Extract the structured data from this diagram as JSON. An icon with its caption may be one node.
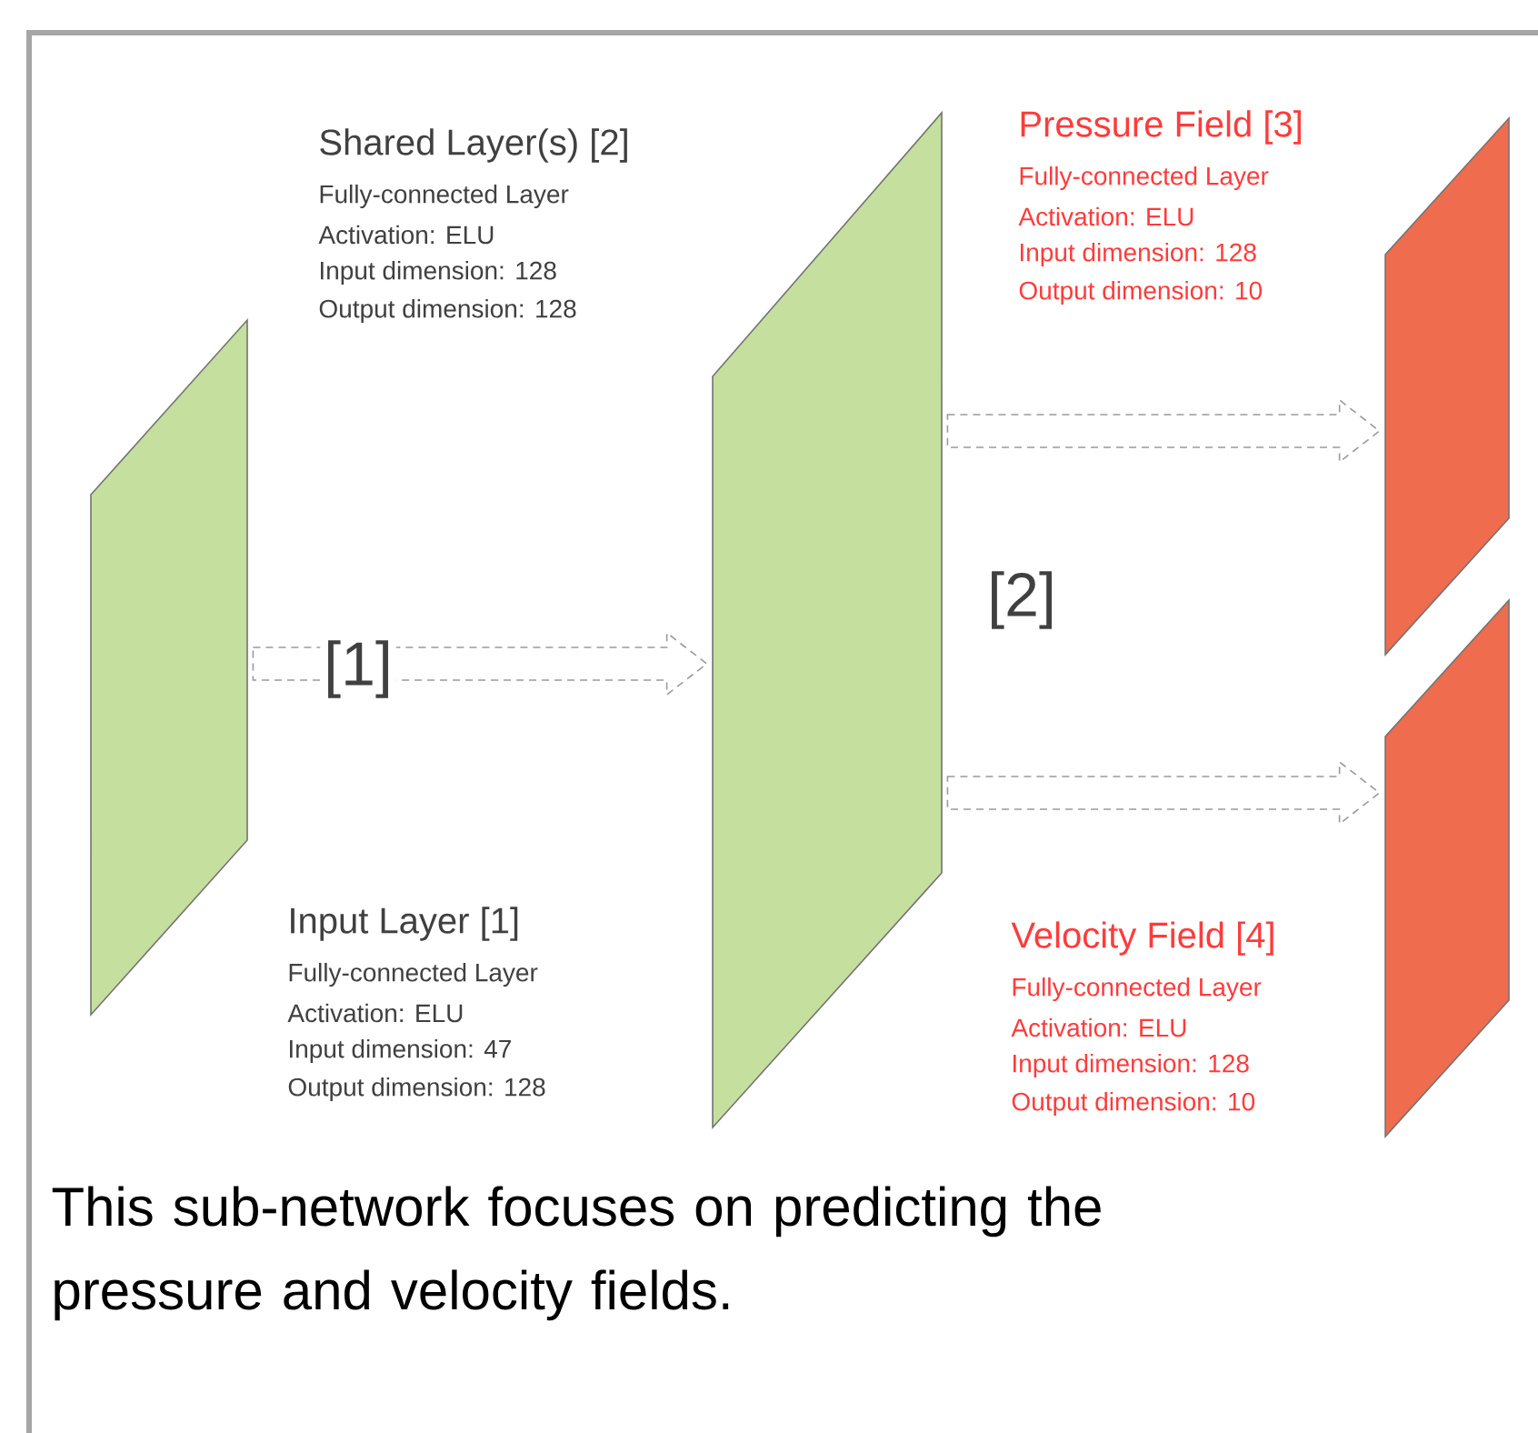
{
  "diagram": {
    "caption": "This sub-network focuses on predicting the pressure and velocity fields.",
    "nodes": [
      {
        "text": [],
        "shape": "parallelogram",
        "beside": [
          "Input Layer [1]",
          "Fully-connected Layer",
          "Activation: ELU",
          "Input dimension: 47",
          "Output dimension: 128"
        ]
      },
      {
        "text": [],
        "shape": "parallelogram",
        "beside": [
          "Shared Layer(s) [2]",
          "Fully-connected Layer",
          "Activation: ELU",
          "Input dimension: 128",
          "Output dimension: 128"
        ]
      },
      {
        "text": [],
        "shape": "parallelogram",
        "beside": [
          "Pressure Field [3]",
          "Fully-connected Layer",
          "Activation: ELU",
          "Input dimension: 128",
          "Output dimension: 10"
        ]
      },
      {
        "text": [],
        "shape": "parallelogram",
        "beside": [
          "Velocity Field [4]",
          "Fully-connected Layer",
          "Activation: ELU",
          "Input dimension: 128",
          "Output dimension: 10"
        ]
      }
    ],
    "edges": [
      {
        "from": 0,
        "to": 1,
        "arrow": "to",
        "style": "dashed"
      },
      {
        "from": 1,
        "to": 2,
        "arrow": "to",
        "style": "dashed"
      },
      {
        "from": 1,
        "to": 3,
        "arrow": "to",
        "style": "dashed"
      }
    ],
    "labels": [
      "[1]",
      "[2]"
    ]
  }
}
